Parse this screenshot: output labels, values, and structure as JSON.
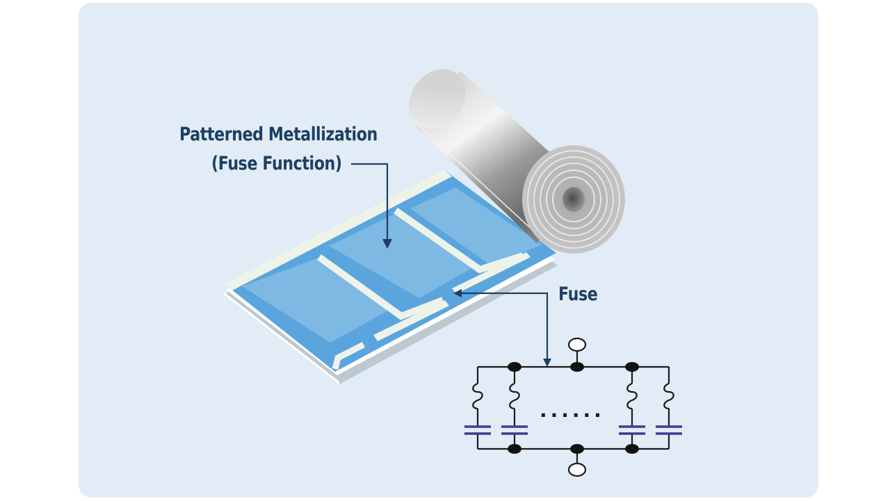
{
  "labels": {
    "patterned_line1": "Patterned Metallization",
    "patterned_line2": "(Fuse Function)",
    "fuse": "Fuse",
    "ellipsis": "......"
  },
  "colors": {
    "panel_background": "#e2ecf6",
    "label_text": "#1e3f62",
    "arrow": "#1e3f62",
    "film_edge": "#eef3ea",
    "metallized_pattern": "#7db9e3",
    "film_base": "#5aa5dd",
    "roll_metal": "#b9b9b9",
    "capacitor_plates": "#3d3d8c"
  },
  "icons": [
    "rolled-film-capacitor",
    "capacitor-bank-circuit"
  ]
}
